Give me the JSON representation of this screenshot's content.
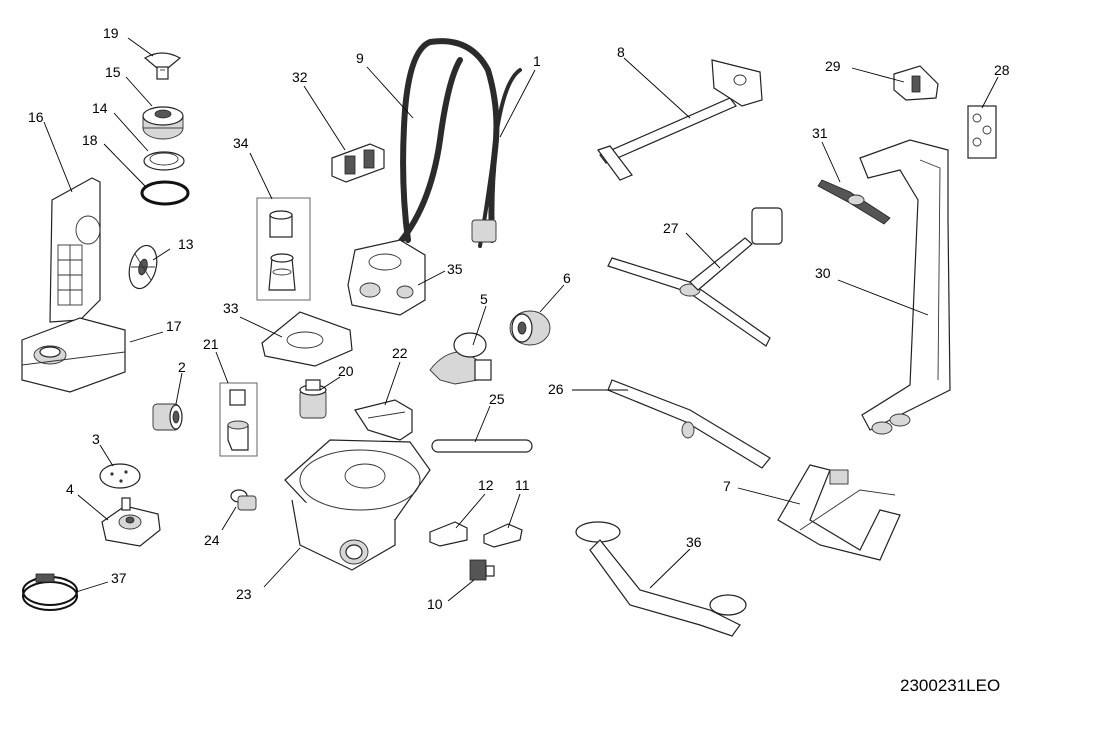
{
  "diagram": {
    "document_code": "2300231LEO",
    "part_numbers": {
      "p1": "1",
      "p2": "2",
      "p3": "3",
      "p4": "4",
      "p5": "5",
      "p6": "6",
      "p7": "7",
      "p8": "8",
      "p9": "9",
      "p10": "10",
      "p11": "11",
      "p12": "12",
      "p13": "13",
      "p14": "14",
      "p15": "15",
      "p16": "16",
      "p17": "17",
      "p18": "18",
      "p19": "19",
      "p20": "20",
      "p21": "21",
      "p22": "22",
      "p23": "23",
      "p24": "24",
      "p25": "25",
      "p26": "26",
      "p27": "27",
      "p28": "28",
      "p29": "29",
      "p30": "30",
      "p31": "31",
      "p32": "32",
      "p33": "33",
      "p34": "34",
      "p35": "35",
      "p36": "36",
      "p37": "37"
    },
    "colors": {
      "line": "#222222",
      "shade": "#d7d7d7",
      "background": "#ffffff"
    }
  }
}
